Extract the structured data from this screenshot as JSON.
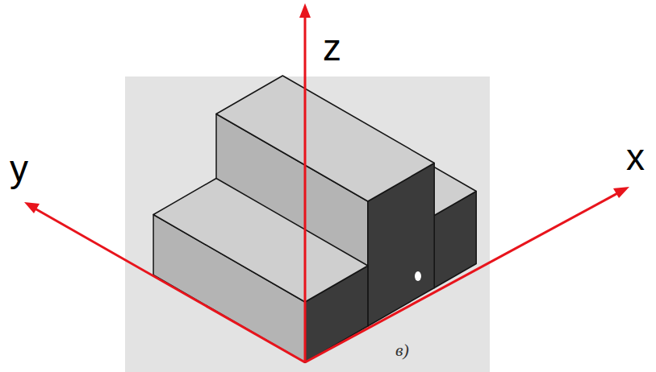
{
  "diagram": {
    "labels": [
      "z",
      "y",
      "x",
      "в)"
    ]
  }
}
